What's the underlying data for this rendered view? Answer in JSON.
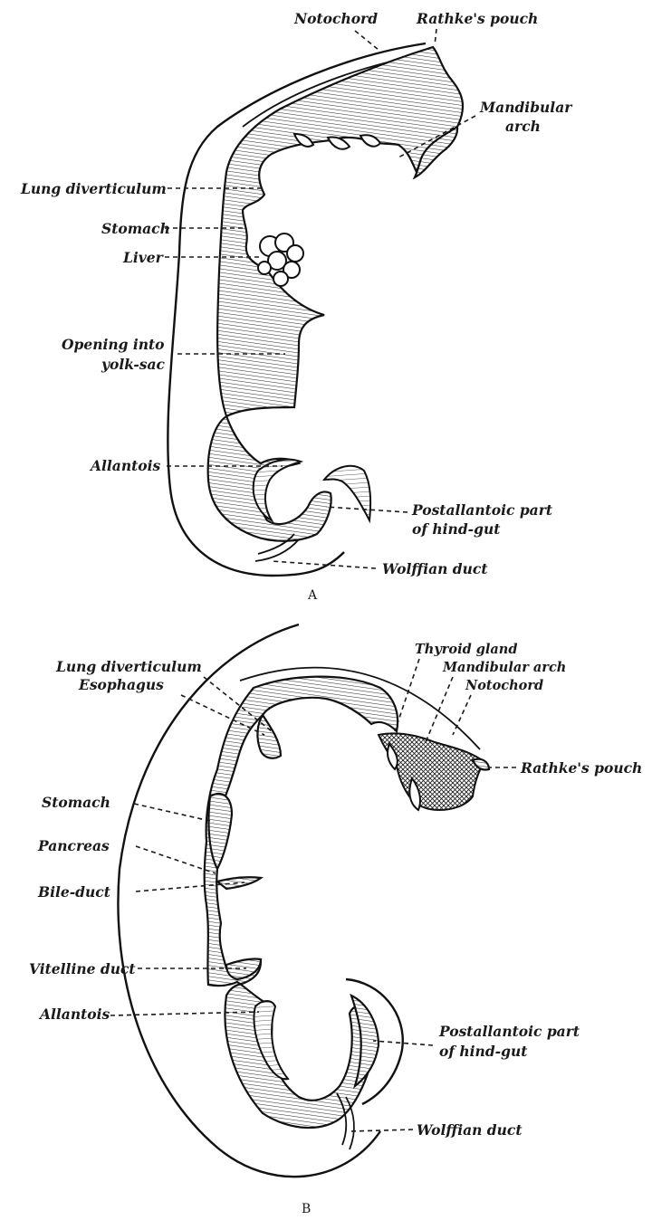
{
  "panels": [
    {
      "letter": "A",
      "labels": {
        "notochord": "Notochord",
        "rathkes_pouch": "Rathke's pouch",
        "mandibular_arch_1": "Mandibular",
        "mandibular_arch_2": "arch",
        "lung_diverticulum": "Lung diverticulum",
        "stomach": "Stomach",
        "liver": "Liver",
        "opening_yolk_sac_1": "Opening into",
        "opening_yolk_sac_2": "yolk-sac",
        "allantois": "Allantois",
        "postallantoic_1": "Postallantoic part",
        "postallantoic_2": "of hind-gut",
        "wolffian_duct": "Wolffian duct"
      }
    },
    {
      "letter": "B",
      "labels": {
        "lung_diverticulum": "Lung diverticulum",
        "esophagus": "Esophagus",
        "thyroid_gland": "Thyroid gland",
        "mandibular_arch": "Mandibular arch",
        "notochord": "Notochord",
        "rathkes_pouch": "Rathke's pouch",
        "stomach": "Stomach",
        "pancreas": "Pancreas",
        "bile_duct": "Bile-duct",
        "vitelline_duct": "Vitelline duct",
        "allantois": "Allantois",
        "postallantoic_1": "Postallantoic part",
        "postallantoic_2": "of hind-gut",
        "wolffian_duct": "Wolffian duct"
      }
    }
  ]
}
